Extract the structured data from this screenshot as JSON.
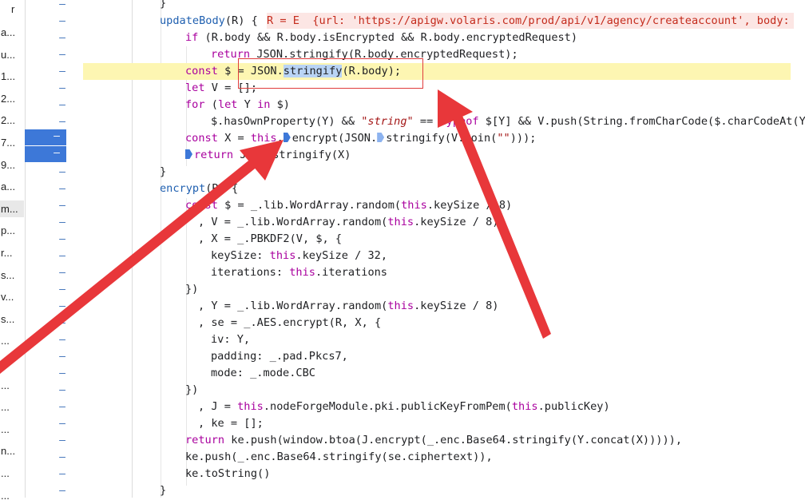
{
  "sidebar": {
    "top_letter": "r",
    "items": [
      "",
      "a...",
      "u...",
      "1...",
      "2...",
      "2...",
      "7...",
      "9...",
      "a...",
      "m...",
      "p...",
      "r...",
      "s...",
      "v...",
      "s...",
      "...",
      "...",
      "...",
      "...",
      "...",
      "n...",
      "...",
      "..."
    ],
    "active_index": 9
  },
  "gutter": {
    "mark": "–"
  },
  "code": {
    "brace_top": "}",
    "l1_name": "updateBody(R) {",
    "inline_value": "R = E  {url: 'https://apigw.volaris.com/prod/api/v1/agency/createaccount', body:",
    "l2": "if (R.body && R.body.isEncrypted && R.body.encryptedRequest)",
    "l3": "return JSON.stringify(R.body.encryptedRequest);",
    "l4_pre": "const $ = JSON.",
    "l4_sel": "stringify",
    "l4_post": "(R.body);",
    "l5": "let V = [];",
    "l6": "for (let Y in $)",
    "l7": "$.hasOwnProperty(Y) && \"string\" == typeof $[Y] && V.push(String.fromCharCode($.charCodeAt(Y",
    "l8_pre": "const X = this.",
    "l8_mid": "encrypt(JSON.",
    "l8_post": "stringify(V.join(\"\")));",
    "l9": "return JSON.stringify(X)",
    "l10": "}",
    "l11": "encrypt(R) {",
    "l12": "const $ = _.lib.WordArray.random(this.keySize / 8)",
    "l13": ", V = _.lib.WordArray.random(this.keySize / 8)",
    "l14": ", X = _.PBKDF2(V, $, {",
    "l15": "keySize: this.keySize / 32,",
    "l16": "iterations: this.iterations",
    "l17": "})",
    "l18": ", Y = _.lib.WordArray.random(this.keySize / 8)",
    "l19": ", se = _.AES.encrypt(R, X, {",
    "l20": "iv: Y,",
    "l21": "padding: _.pad.Pkcs7,",
    "l22": "mode: _.mode.CBC",
    "l23": "})",
    "l24": ", J = this.nodeForgeModule.pki.publicKeyFromPem(this.publicKey)",
    "l25": ", ke = [];",
    "l26": "return ke.push(window.btoa(J.encrypt(_.enc.Base64.stringify(Y.concat(X))))),",
    "l27": "ke.push(_.enc.Base64.stringify(se.ciphertext)),",
    "l28": "ke.toString()",
    "l29": "}"
  },
  "colors": {
    "arrow": "#e8373a",
    "highlight": "#fdf6b2",
    "breakpoint": "#3d78d8"
  }
}
